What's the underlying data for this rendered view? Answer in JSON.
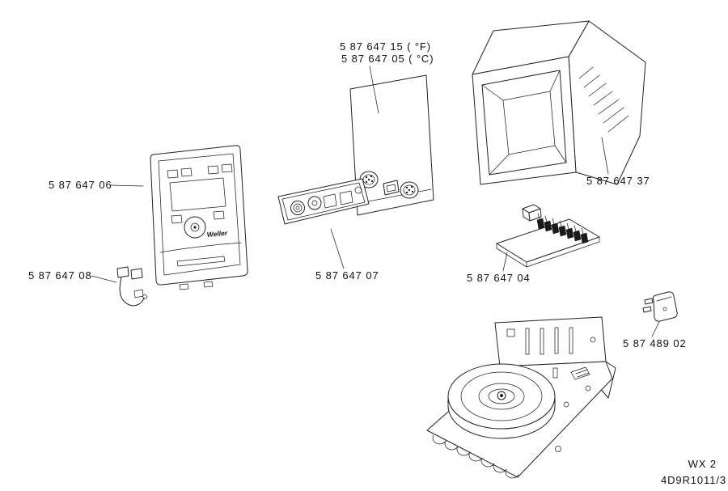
{
  "labels": {
    "display_f": "5 87 647 15 ( °F)",
    "display_c": "5 87 647 05 ( °C)",
    "front_panel": "5 87 647 06",
    "clip": "5 87 647 08",
    "bezel": "5 87 647 07",
    "pcb": "5 87 647 04",
    "housing": "5 87 647 37",
    "plug": "5 87 489 02",
    "model": "WX 2",
    "drawing_number": "4D9R1011/3"
  },
  "brand": "Weller",
  "colors": {
    "line": "#222222",
    "background": "#ffffff"
  }
}
